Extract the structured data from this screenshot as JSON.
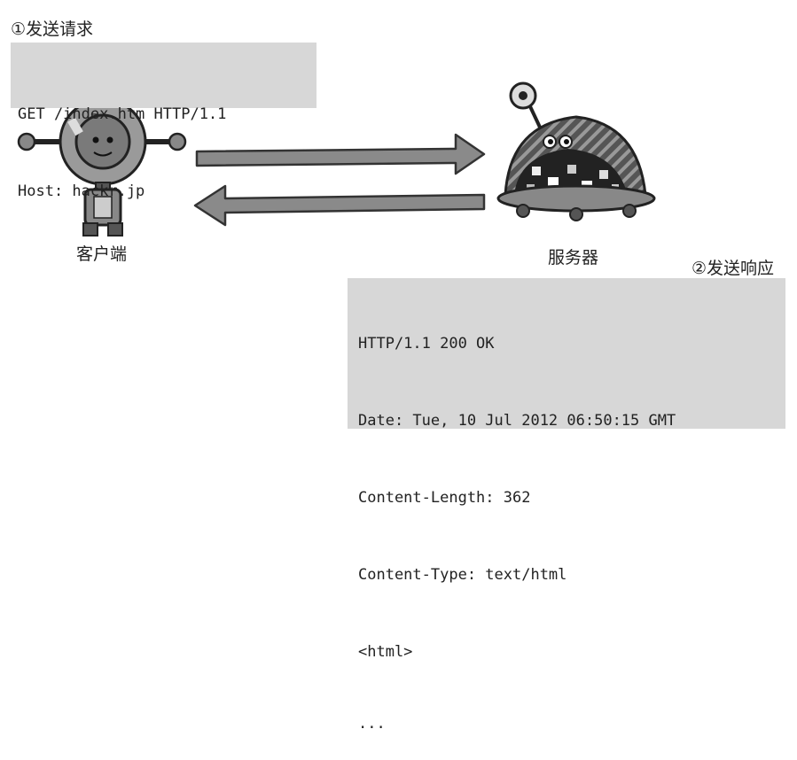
{
  "request": {
    "step_label": "①发送请求",
    "lines": [
      "GET /index.htm HTTP/1.1",
      "Host: hackr.jp"
    ]
  },
  "client": {
    "label": "客户端"
  },
  "server": {
    "label": "服务器"
  },
  "response": {
    "step_label": "②发送响应",
    "lines": [
      "HTTP/1.1 200 OK",
      "Date: Tue, 10 Jul 2012 06:50:15 GMT",
      "Content-Length: 362",
      "Content-Type: text/html",
      "<html>",
      "..."
    ]
  }
}
